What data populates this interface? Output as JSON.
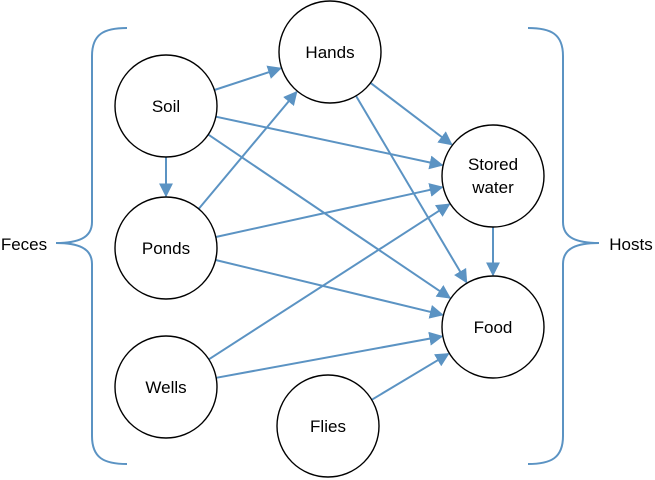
{
  "colors": {
    "edge": "#5b93c3",
    "node_stroke": "#000000",
    "text": "#000000"
  },
  "labels": {
    "left": "Feces",
    "right": "Hosts"
  },
  "nodes": {
    "soil": "Soil",
    "hands": "Hands",
    "ponds": "Ponds",
    "stored_line1": "Stored",
    "stored_line2": "water",
    "wells": "Wells",
    "food": "Food",
    "flies": "Flies"
  },
  "edges": [
    [
      "soil",
      "hands"
    ],
    [
      "soil",
      "stored"
    ],
    [
      "soil",
      "ponds"
    ],
    [
      "soil",
      "food"
    ],
    [
      "ponds",
      "hands"
    ],
    [
      "ponds",
      "stored"
    ],
    [
      "ponds",
      "food"
    ],
    [
      "hands",
      "stored"
    ],
    [
      "hands",
      "food"
    ],
    [
      "wells",
      "stored"
    ],
    [
      "wells",
      "food"
    ],
    [
      "stored",
      "food"
    ],
    [
      "flies",
      "food"
    ]
  ]
}
